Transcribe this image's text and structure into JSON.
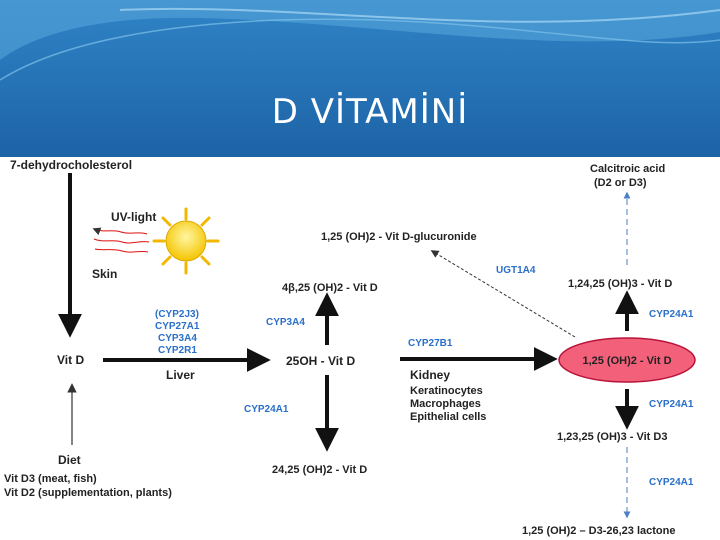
{
  "slide": {
    "title": "D VİTAMİNİ"
  },
  "diagram": {
    "nodes": {
      "dehydro": "7-dehydrocholesterol",
      "uv": "UV-light",
      "skin": "Skin",
      "vitd": "Vit D",
      "diet": "Diet",
      "diet_d3": "Vit D3 (meat, fish)",
      "diet_d2": "Vit D2 (supplementation, plants)",
      "liver": "Liver",
      "oh25": "25OH - Vit  D",
      "b425": "4β,25 (OH)2 - Vit D",
      "oh2425": "24,25 (OH)2 - Vit D",
      "glucuronide": "1,25 (OH)2 - Vit D-glucuronide",
      "calcitriol": "1,25 (OH)2 - Vit D",
      "calcitroic1": "Calcitroic acid",
      "calcitroic2": "(D2 or D3)",
      "oh12425": "1,24,25 (OH)3 - Vit D",
      "oh12325": "1,23,25 (OH)3 - Vit D3",
      "lactone": "1,25 (OH)2 – D3-26,23 lactone",
      "kidney": "Kidney",
      "tissue1": "Keratinocytes",
      "tissue2": "Macrophages",
      "tissue3": "Epithelial cells"
    },
    "enzymes": {
      "cyp2j3": "(CYP2J3)",
      "cyp27a1": "CYP27A1",
      "cyp3a4_liver": "CYP3A4",
      "cyp2r1": "CYP2R1",
      "cyp3a4": "CYP3A4",
      "cyp24a1_left": "CYP24A1",
      "cyp27b1": "CYP27B1",
      "ugt1a4": "UGT1A4",
      "cyp24a1_r1": "CYP24A1",
      "cyp24a1_r2": "CYP24A1",
      "cyp24a1_r3": "CYP24A1"
    },
    "colors": {
      "enzyme": "#2a6fc9",
      "ellipse_fill": "#f2607a",
      "ellipse_stroke": "#b8143a",
      "header": "#2e7bbf"
    }
  }
}
